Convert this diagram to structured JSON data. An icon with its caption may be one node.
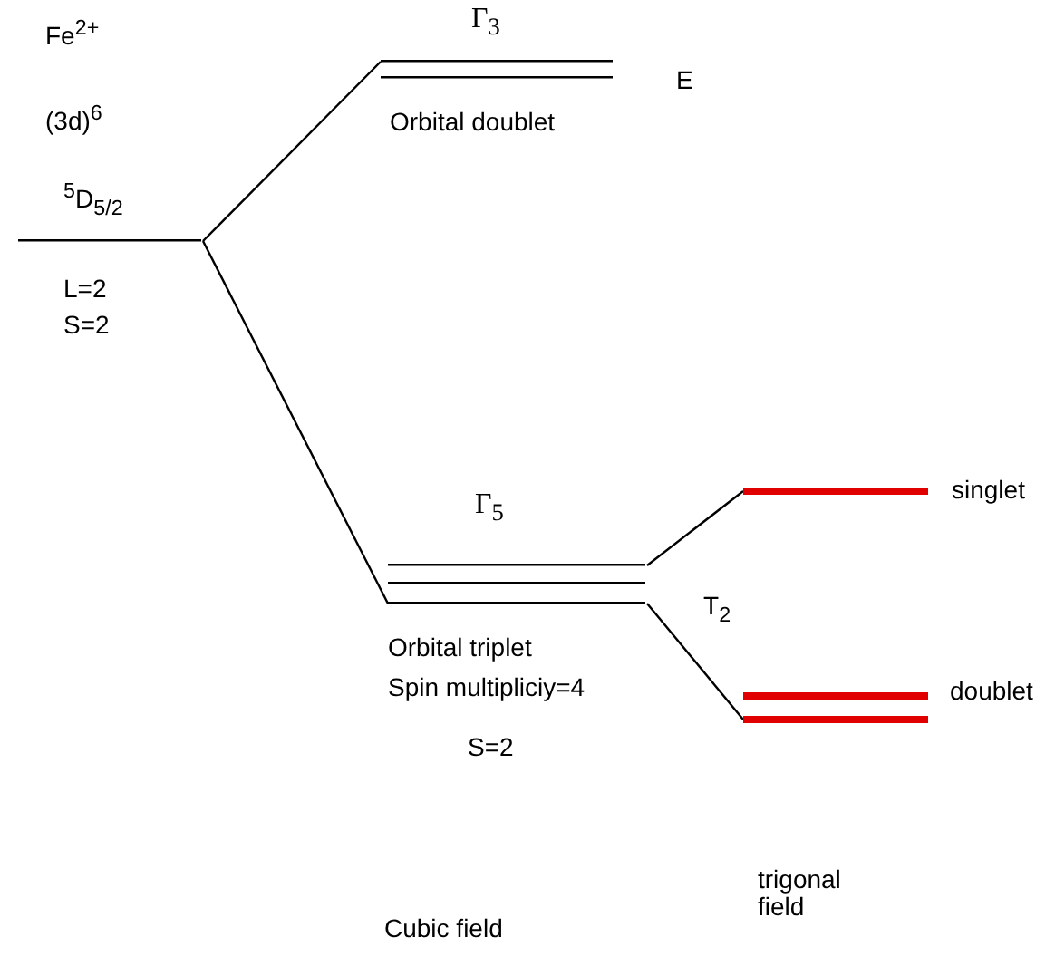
{
  "diagram": {
    "nodes": [
      {
        "text": [
          "$^{5}$D$_{5/2}$",
          "L=2",
          "S=2"
        ]
      },
      {
        "text": [
          "Γ$_{3}$",
          "Orbital doublet",
          "E"
        ]
      },
      {
        "text": [
          "Γ$_{5}$",
          "Orbital triplet",
          "Spin multipliciy=4",
          "S=2"
        ]
      },
      {
        "text": [
          "singlet"
        ]
      },
      {
        "text": [
          "doublet"
        ]
      }
    ],
    "edges": [
      {
        "from": 0,
        "to": 1,
        "arrow": "none"
      },
      {
        "from": 0,
        "to": 2,
        "arrow": "none"
      },
      {
        "from": 2,
        "to": 3,
        "arrow": "none"
      },
      {
        "from": 2,
        "to": 4,
        "arrow": "none"
      }
    ],
    "labels": [
      "Fe$^{2+}$",
      "(3d)$^{6}$",
      "T$_{2}$",
      "Cubic field",
      "trigonal field"
    ]
  }
}
